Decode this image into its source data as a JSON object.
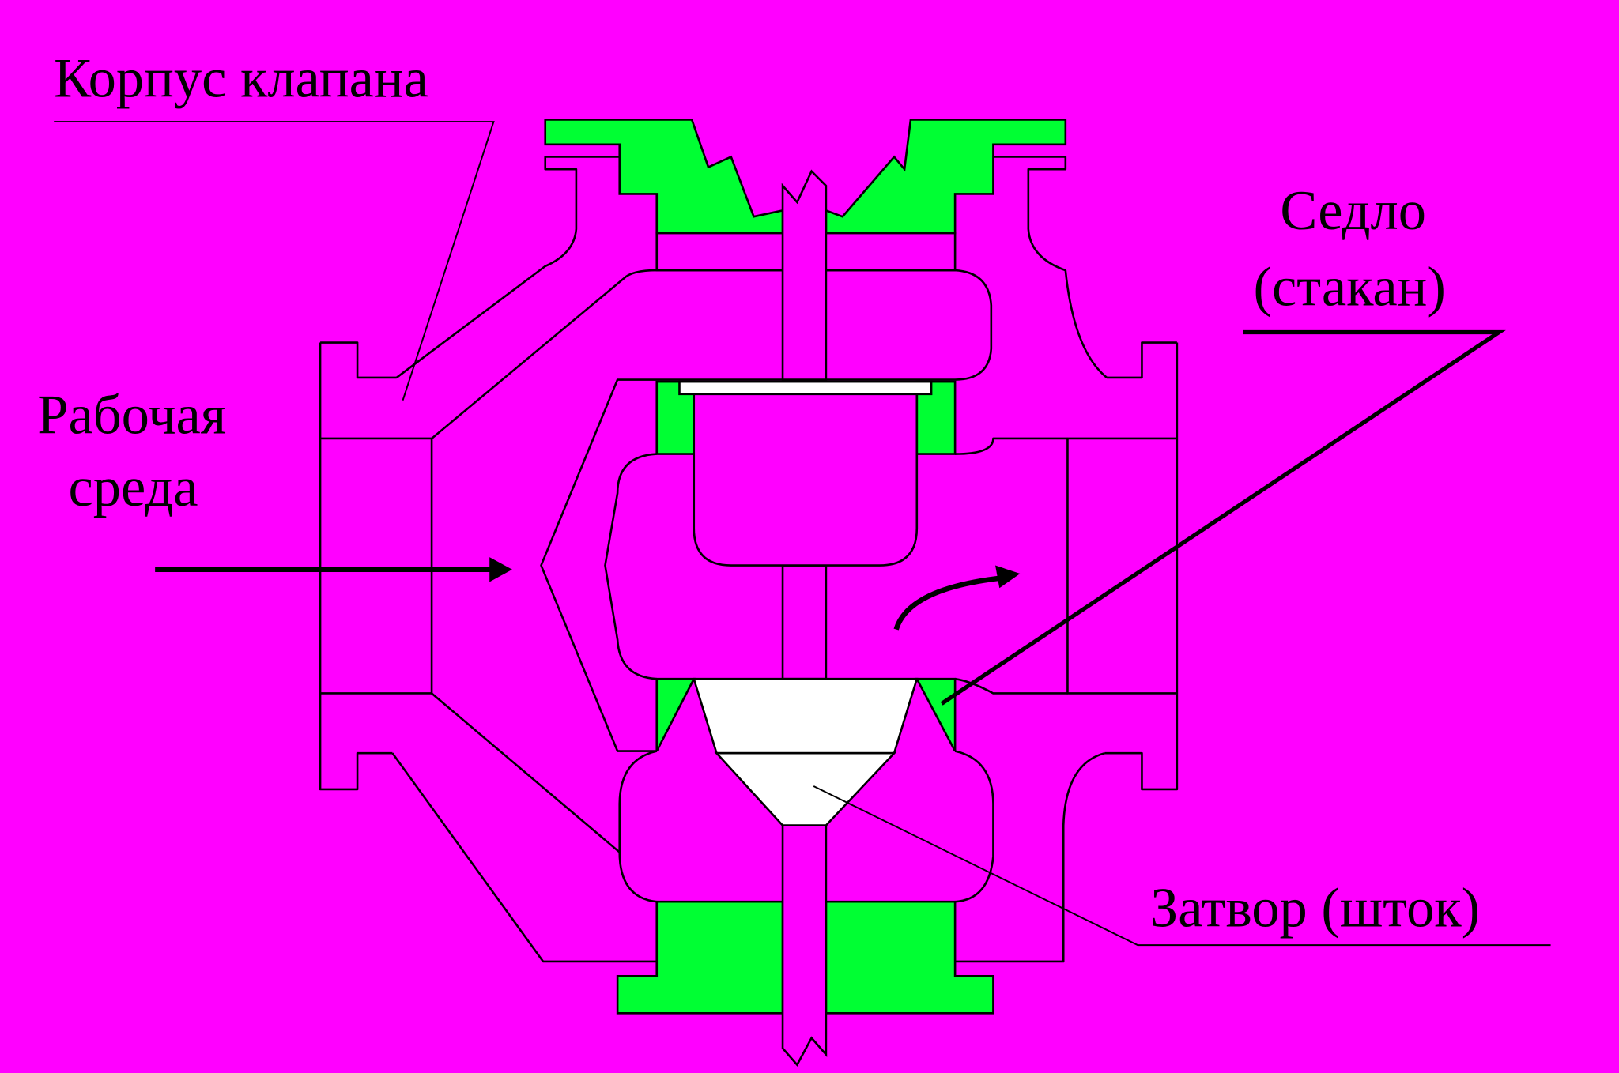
{
  "labels": {
    "valve_body": "Корпус клапана",
    "medium_line1": "Рабочая",
    "medium_line2": "среда",
    "seat_line1": "Седло",
    "seat_line2": "(стакан)",
    "plug": "Затвор (шток)"
  },
  "colors": {
    "background": "#FF00FF",
    "body": "#FF00FF",
    "flange": "#00FF33",
    "plug": "#FFFFFF",
    "line": "#000000"
  }
}
